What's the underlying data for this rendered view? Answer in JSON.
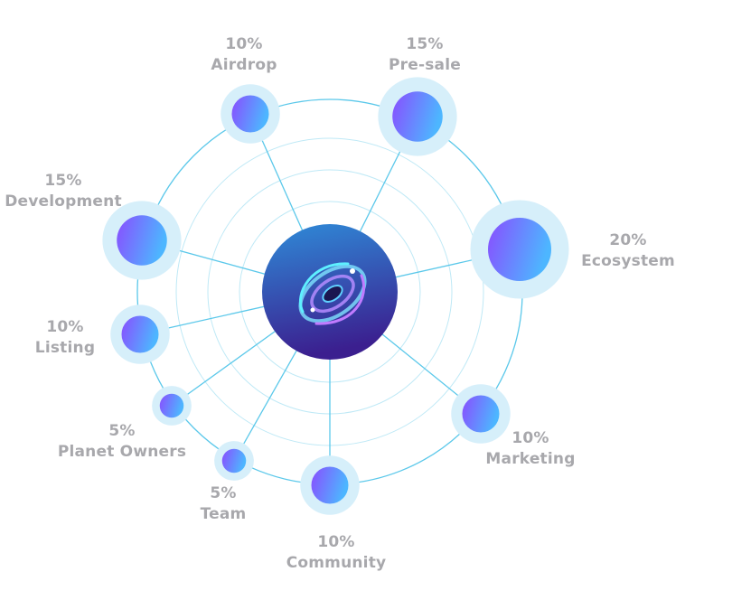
{
  "colors": {
    "ring": "#5bc8ea",
    "ring_faint": "#bfe9f6",
    "halo": "#d6effa",
    "node_start": "#8a4dff",
    "node_end": "#4db6ff",
    "center_top": "#2f8bd8",
    "center_bottom": "#3b1f8f",
    "label": "#a8a8ac"
  },
  "center": {
    "logo_icon": "galaxy-swirl-icon"
  },
  "segments": [
    {
      "id": "airdrop",
      "percent": "10%",
      "name": "Airdrop",
      "value": 10
    },
    {
      "id": "pre-sale",
      "percent": "15%",
      "name": "Pre-sale",
      "value": 15
    },
    {
      "id": "ecosystem",
      "percent": "20%",
      "name": "Ecosystem",
      "value": 20
    },
    {
      "id": "marketing",
      "percent": "10%",
      "name": "Marketing",
      "value": 10
    },
    {
      "id": "community",
      "percent": "10%",
      "name": "Community",
      "value": 10
    },
    {
      "id": "team",
      "percent": "5%",
      "name": "Team",
      "value": 5
    },
    {
      "id": "planet-owners",
      "percent": "5%",
      "name": "Planet Owners",
      "value": 5
    },
    {
      "id": "listing",
      "percent": "10%",
      "name": "Listing",
      "value": 10
    },
    {
      "id": "development",
      "percent": "15%",
      "name": "Development",
      "value": 15
    }
  ]
}
